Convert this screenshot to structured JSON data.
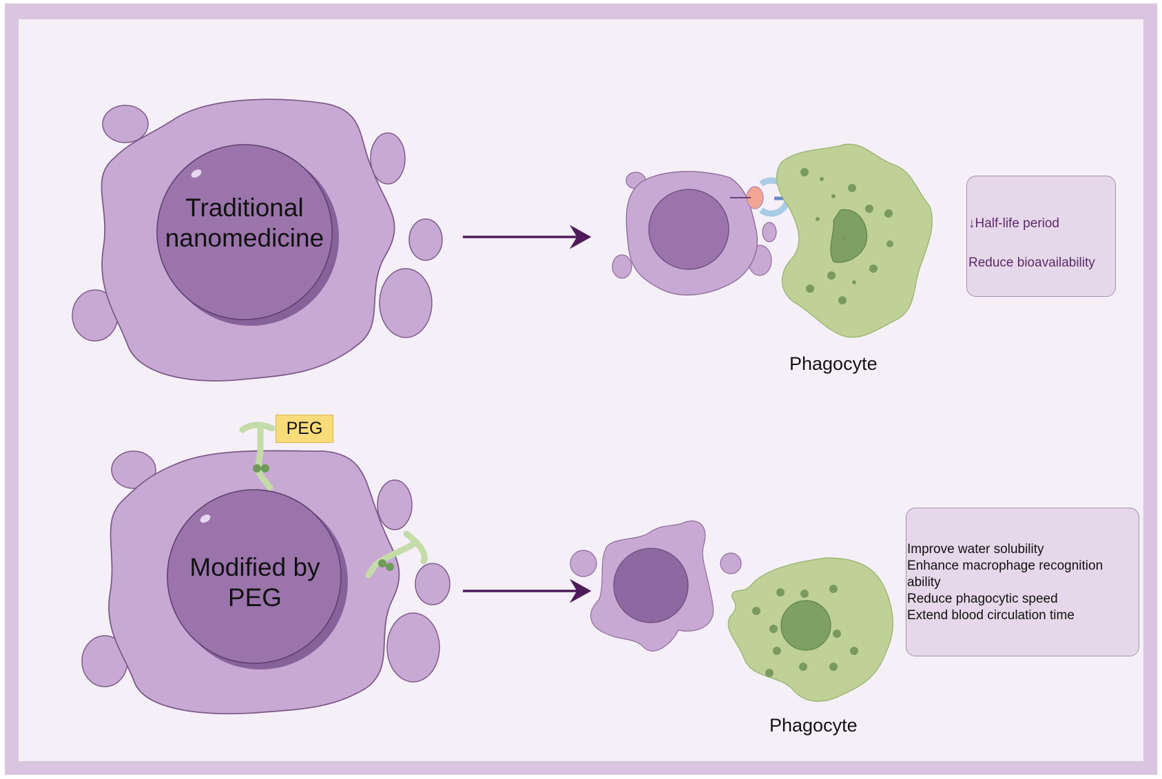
{
  "figure": {
    "top_row": {
      "cell_label_line1": "Traditional",
      "cell_label_line2": "nanomedicine",
      "phagocyte_label": "Phagocyte",
      "outcomes": [
        {
          "arrow_icon": "↓",
          "text": "Half-life period"
        },
        {
          "text": "Reduce bioavailability"
        }
      ]
    },
    "bottom_row": {
      "cell_label_line1": "Modified by",
      "cell_label_line2": "PEG",
      "peg_tag": "PEG",
      "phagocyte_label": "Phagocyte",
      "outcomes": [
        "Improve water solubility",
        "Enhance macrophage recognition",
        "ability",
        "Reduce phagocytic speed",
        "Extend blood circulation time"
      ]
    },
    "colors": {
      "frame": "#d9c5e0",
      "background": "#f5f0f7",
      "cell_body": "#c8a9d4",
      "nucleus": "#9b74ab",
      "phagocyte": "#bfd196",
      "phagocyte_nucleus": "#7fa064",
      "arrow": "#4e1a5a",
      "peg_tag": "#f9dc7a",
      "top_box_text": "#5b2a6a"
    }
  }
}
